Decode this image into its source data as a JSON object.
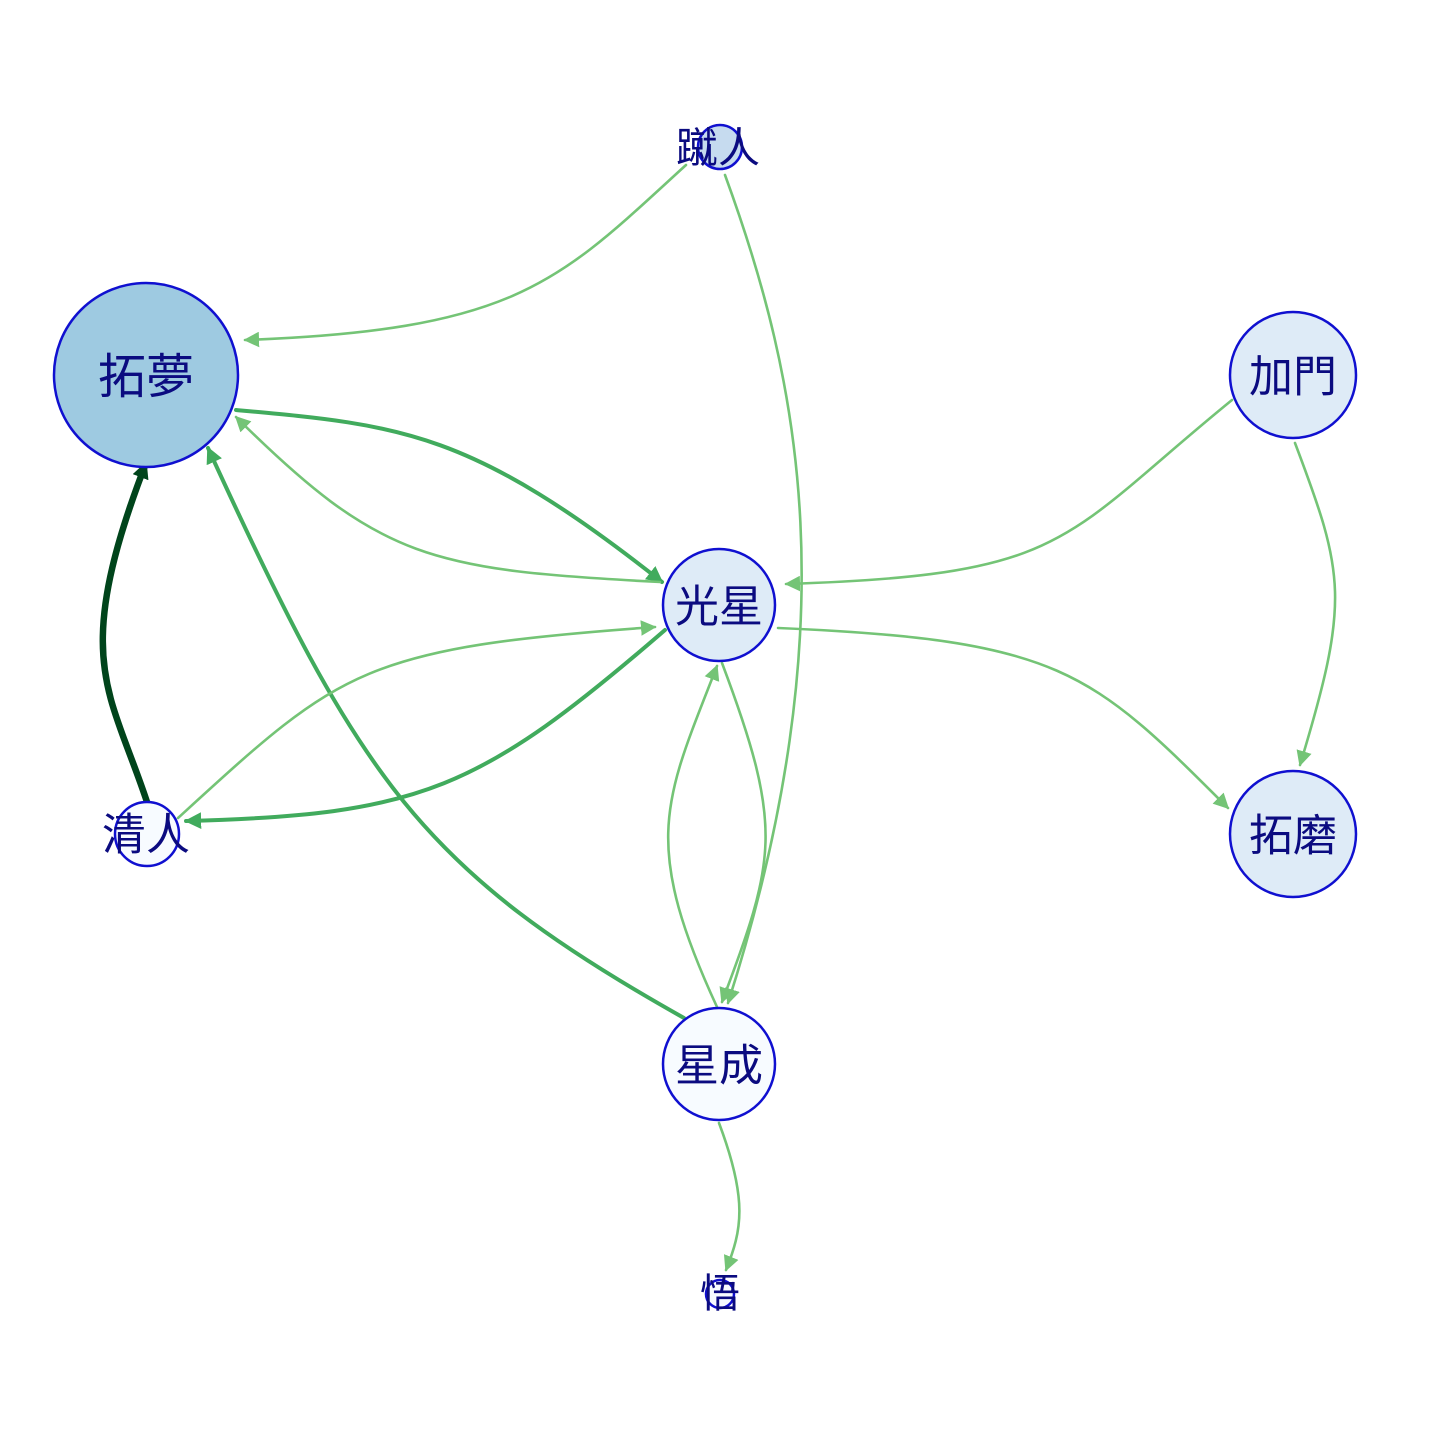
{
  "colors": {
    "background": "#ffffff",
    "node_stroke": "#1010d0",
    "label": "#0b0b80",
    "edge_light": "#74c476",
    "edge_mid": "#41ab5d",
    "edge_dark": "#00441b",
    "node_fill_dark": "#9ecae1",
    "node_fill_mid": "#c6dbef",
    "node_fill_light": "#deebf7",
    "node_fill_pale": "#f7fbff"
  },
  "nodes": [
    {
      "id": "tuomeng",
      "label": "拓夢",
      "fill": "#9ecae1"
    },
    {
      "id": "cuiren",
      "label": "蹴人",
      "fill": "#c6dbef"
    },
    {
      "id": "jiamen",
      "label": "加門",
      "fill": "#deebf7"
    },
    {
      "id": "guangxing",
      "label": "光星",
      "fill": "#deebf7"
    },
    {
      "id": "qingren",
      "label": "清人",
      "fill": "#f7fbff"
    },
    {
      "id": "tuomo",
      "label": "拓磨",
      "fill": "#deebf7"
    },
    {
      "id": "xingcheng",
      "label": "星成",
      "fill": "#f7fbff"
    },
    {
      "id": "wu",
      "label": "悟",
      "fill": "#f7fbff"
    }
  ],
  "edges": [
    {
      "from": "cuiren",
      "to": "tuomeng",
      "weight": "light"
    },
    {
      "from": "cuiren",
      "to": "xingcheng",
      "weight": "light"
    },
    {
      "from": "tuomeng",
      "to": "guangxing",
      "weight": "mid"
    },
    {
      "from": "guangxing",
      "to": "tuomeng",
      "weight": "light"
    },
    {
      "from": "qingren",
      "to": "tuomeng",
      "weight": "dark"
    },
    {
      "from": "xingcheng",
      "to": "tuomeng",
      "weight": "mid"
    },
    {
      "from": "jiamen",
      "to": "guangxing",
      "weight": "light"
    },
    {
      "from": "jiamen",
      "to": "tuomo",
      "weight": "light"
    },
    {
      "from": "guangxing",
      "to": "tuomo",
      "weight": "light"
    },
    {
      "from": "qingren",
      "to": "guangxing",
      "weight": "light"
    },
    {
      "from": "guangxing",
      "to": "qingren",
      "weight": "mid"
    },
    {
      "from": "xingcheng",
      "to": "guangxing",
      "weight": "light"
    },
    {
      "from": "guangxing",
      "to": "xingcheng",
      "weight": "light"
    },
    {
      "from": "xingcheng",
      "to": "wu",
      "weight": "light"
    }
  ]
}
